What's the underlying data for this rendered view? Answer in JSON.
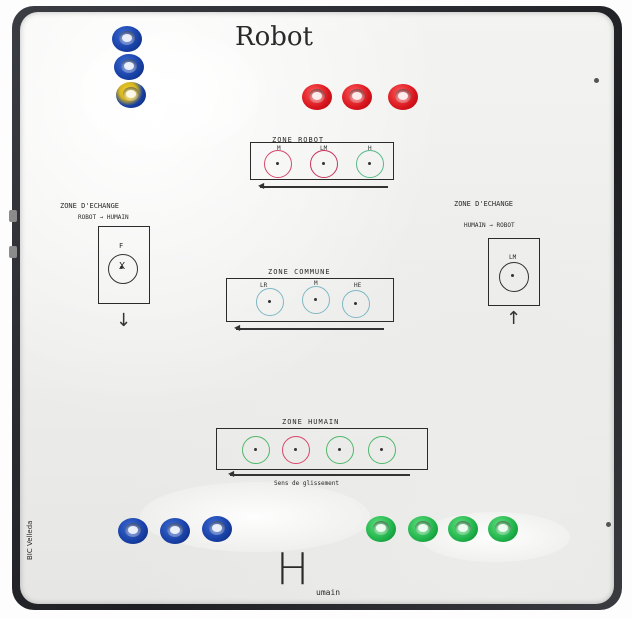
{
  "board": {
    "title": "Robot",
    "bottom_letter": "H",
    "bottom_word": "umain",
    "brand": "BIC Velleda"
  },
  "zone_robot": {
    "title": "ZONE ROBOT",
    "slots": [
      {
        "label": "M",
        "color": "#d8486a"
      },
      {
        "label": "LM",
        "color": "#c9335a"
      },
      {
        "label": "H",
        "color": "#58b98a"
      }
    ]
  },
  "zone_common": {
    "title": "ZONE COMMUNE",
    "slots": [
      {
        "label": "LR",
        "color": "#7fb8c4"
      },
      {
        "label": "M",
        "color": "#7fb8c4"
      },
      {
        "label": "HE",
        "color": "#7fb8c4"
      }
    ]
  },
  "zone_human": {
    "title": "ZONE HUMAIN",
    "caption": "Sens de glissement",
    "slots": [
      {
        "label": "",
        "color": "#4fb86b"
      },
      {
        "label": "",
        "color": "#d8486a"
      },
      {
        "label": "",
        "color": "#4fb86b"
      },
      {
        "label": "",
        "color": "#4fb86b"
      }
    ]
  },
  "exchange_left": {
    "title": "ZONE D'ECHANGE",
    "subtitle": "ROBOT → HUMAIN",
    "slot_label": "X",
    "slot_top": "F"
  },
  "exchange_right": {
    "title": "ZONE D'ECHANGE",
    "subtitle": "HUMAIN → ROBOT",
    "slot_label": "LM"
  },
  "tokens": {
    "robot_red": 3,
    "robot_blue_stack": 3,
    "human_blue": 3,
    "human_green": 4
  },
  "arrows": {
    "down": "↓",
    "up": "↑"
  }
}
